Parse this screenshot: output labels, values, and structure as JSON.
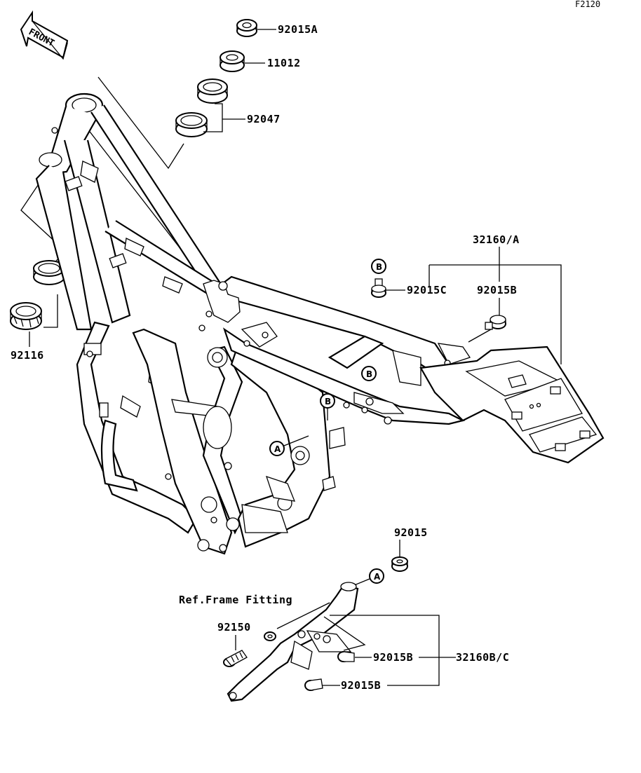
{
  "figure_code": "F2120",
  "front_arrow": "FRONT",
  "part_labels": {
    "p92015A": "92015A",
    "p11012": "11012",
    "p92047": "92047",
    "p92116": "92116",
    "p32160A": "32160/A",
    "p92015C": "92015C",
    "p92015B_top": "92015B",
    "p92015": "92015",
    "ref_frame": "Ref.Frame Fitting",
    "p92150": "92150",
    "p92015B_mid": "92015B",
    "p32160BC": "32160B/C",
    "p92015B_low": "92015B"
  },
  "callouts": {
    "a1": "A",
    "a2": "A",
    "b1": "B",
    "b2": "B",
    "b3": "B"
  }
}
